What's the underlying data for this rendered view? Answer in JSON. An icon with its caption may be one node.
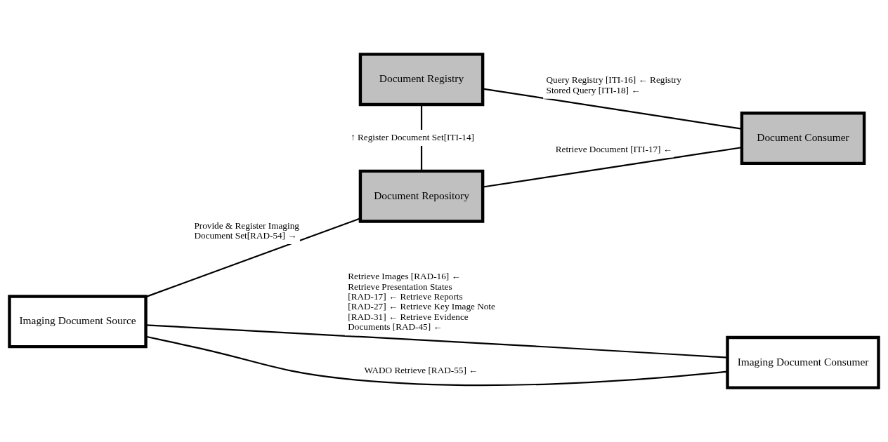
{
  "diagram": {
    "nodes": [
      {
        "text": [
          "Document Registry"
        ]
      },
      {
        "text": [
          "Document Consumer"
        ]
      },
      {
        "text": [
          "Imaging Document Consumer"
        ]
      },
      {
        "text": [
          "Document Repository"
        ]
      },
      {
        "text": [
          "Imaging Document Source"
        ]
      }
    ],
    "edges": [
      {
        "from": 0,
        "to": 1,
        "arrow": "none",
        "label": "Query Registry [ITI-16] ← Registry Stored Query [ITI-18] ←"
      },
      {
        "from": 0,
        "to": 3,
        "arrow": "none",
        "label": "↑ Register Document Set[ITI-14]"
      },
      {
        "from": 4,
        "to": 3,
        "arrow": "none",
        "label": "Provide & Register Imaging Document Set[RAD-54] →"
      },
      {
        "from": 3,
        "to": 1,
        "arrow": "none",
        "label": "Retrieve Document [ITI-17] ←"
      },
      {
        "from": 4,
        "to": 2,
        "arrow": "none",
        "label": "WADO Retrieve [RAD-55] ←"
      },
      {
        "from": 4,
        "to": 2,
        "arrow": "none",
        "label": "Retrieve Images [RAD-16] ← Retrieve Presentation States [RAD-17] ← Retrieve Reports [RAD-27] ← Retrieve Key Image Note [RAD-31] ← Retrieve Evidence Documents [RAD-45] ←"
      }
    ]
  }
}
